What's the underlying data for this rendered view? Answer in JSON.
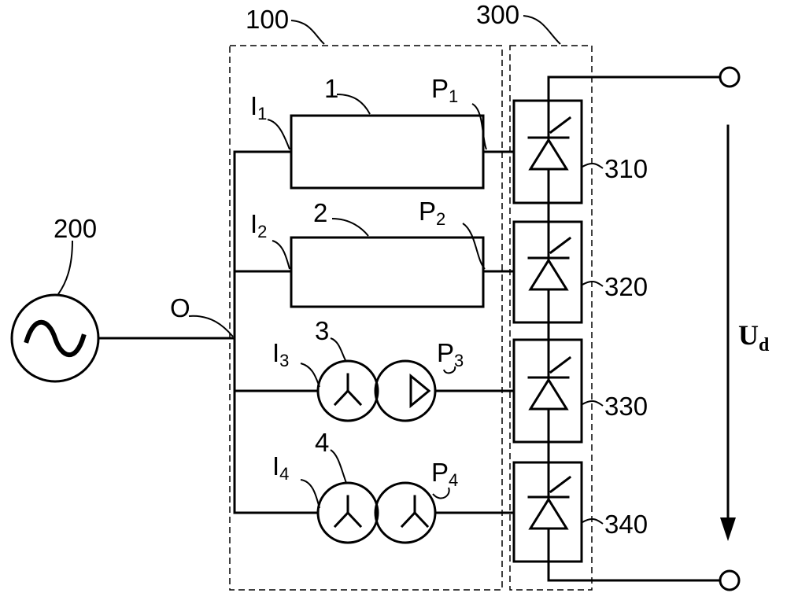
{
  "labels": {
    "block_100": "100",
    "block_300": "300",
    "source": "200",
    "node_o": "O",
    "t1": "1",
    "t2": "2",
    "t3": "3",
    "t4": "4",
    "in_letter": "I",
    "out_letter": "P",
    "i1_sub": "1",
    "i2_sub": "2",
    "i3_sub": "3",
    "i4_sub": "4",
    "p1_sub": "1",
    "p2_sub": "2",
    "p3_sub": "3",
    "p4_sub": "4",
    "r1": "310",
    "r2": "320",
    "r3": "330",
    "r4": "340",
    "voltage": "U",
    "voltage_sub": "d"
  }
}
